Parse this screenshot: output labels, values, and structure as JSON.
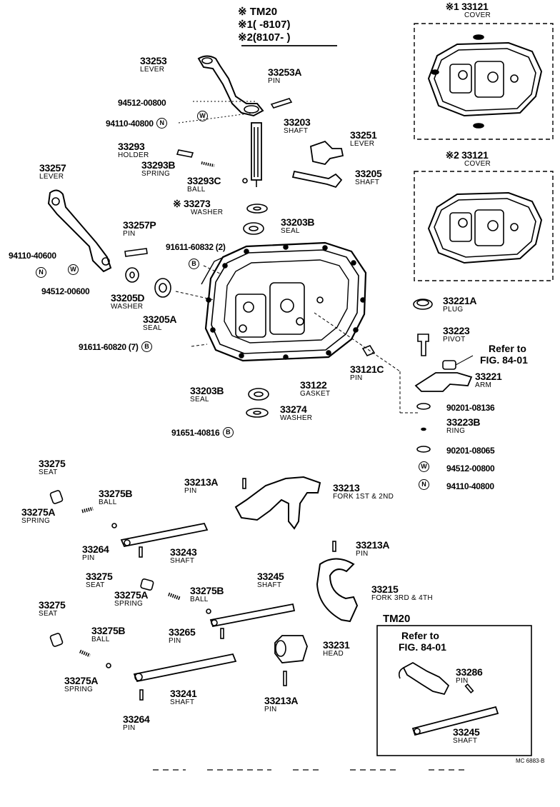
{
  "header": {
    "line1_mark": "※",
    "line1_text": "TM20",
    "line2": "※1(      -8107)",
    "line3": "※2(8107-        )"
  },
  "callouts": {
    "c33253": {
      "pn": "33253",
      "name": "LEVER"
    },
    "c33253A": {
      "pn": "33253A",
      "name": "PIN"
    },
    "c9451200800a": {
      "pn": "94512-00800"
    },
    "c9411040800a": {
      "pn": "94110-40800"
    },
    "c33203": {
      "pn": "33203",
      "name": "SHAFT"
    },
    "c33251": {
      "pn": "33251",
      "name": "LEVER"
    },
    "c33293": {
      "pn": "33293",
      "name": "HOLDER"
    },
    "c33293B": {
      "pn": "33293B",
      "name": "SPRING"
    },
    "c33293C": {
      "pn": "33293C",
      "name": "BALL"
    },
    "c33205": {
      "pn": "33205",
      "name": "SHAFT"
    },
    "c33257": {
      "pn": "33257",
      "name": "LEVER"
    },
    "c33273": {
      "pn": "※ 33273",
      "name": "WASHER"
    },
    "c33203B_top": {
      "pn": "33203B",
      "name": "SEAL"
    },
    "c33257P": {
      "pn": "33257P",
      "name": "PIN"
    },
    "c9161160832": {
      "pn": "91611-60832 (2)"
    },
    "c9411040600": {
      "pn": "94110-40600"
    },
    "c9451200600": {
      "pn": "94512-00600"
    },
    "c33205D": {
      "pn": "33205D",
      "name": "WASHER"
    },
    "c33205A": {
      "pn": "33205A",
      "name": "SEAL"
    },
    "c9161160820": {
      "pn": "91611-60820 (7)"
    },
    "c33121C": {
      "pn": "33121C",
      "name": "PIN"
    },
    "c33122": {
      "pn": "33122",
      "name": "GASKET"
    },
    "c33203B_bot": {
      "pn": "33203B",
      "name": "SEAL"
    },
    "c33274": {
      "pn": "33274",
      "name": "WASHER"
    },
    "c9165140816": {
      "pn": "91651-40816"
    },
    "cover1": {
      "pn": "※1 33121",
      "name": "COVER"
    },
    "cover2": {
      "pn": "※2 33121",
      "name": "COVER"
    },
    "c33221A": {
      "pn": "33221A",
      "name": "PLUG"
    },
    "c33223": {
      "pn": "33223",
      "name": "PIVOT"
    },
    "refer1": {
      "line1": "Refer to",
      "line2": "FIG. 84-01"
    },
    "c33221": {
      "pn": "33221",
      "name": "ARM"
    },
    "c9020108136": {
      "pn": "90201-08136"
    },
    "c33223B": {
      "pn": "33223B",
      "name": "RING"
    },
    "c9020108065": {
      "pn": "90201-08065"
    },
    "c9451200800b": {
      "pn": "94512-00800"
    },
    "c9411040800b": {
      "pn": "94110-40800"
    },
    "c33275_a": {
      "pn": "33275",
      "name": "SEAT"
    },
    "c33275B_a": {
      "pn": "33275B",
      "name": "BALL"
    },
    "c33275A_a": {
      "pn": "33275A",
      "name": "SPRING"
    },
    "c33213A_a": {
      "pn": "33213A",
      "name": "PIN"
    },
    "c33213": {
      "pn": "33213",
      "name": "FORK 1ST & 2ND"
    },
    "c33264_a": {
      "pn": "33264",
      "name": "PIN"
    },
    "c33243": {
      "pn": "33243",
      "name": "SHAFT"
    },
    "c33213A_b": {
      "pn": "33213A",
      "name": "PIN"
    },
    "c33275_b": {
      "pn": "33275",
      "name": "SEAT"
    },
    "c33275A_b": {
      "pn": "33275A",
      "name": "SPRING"
    },
    "c33275B_b": {
      "pn": "33275B",
      "name": "BALL"
    },
    "c33245": {
      "pn": "33245",
      "name": "SHAFT"
    },
    "c33215": {
      "pn": "33215",
      "name": "FORK 3RD & 4TH"
    },
    "c33275_c": {
      "pn": "33275",
      "name": "SEAT"
    },
    "c33275B_c": {
      "pn": "33275B",
      "name": "BALL"
    },
    "c33265": {
      "pn": "33265",
      "name": "PIN"
    },
    "c33231": {
      "pn": "33231",
      "name": "HEAD"
    },
    "c33275A_c": {
      "pn": "33275A",
      "name": "SPRING"
    },
    "c33241": {
      "pn": "33241",
      "name": "SHAFT"
    },
    "c33213A_c": {
      "pn": "33213A",
      "name": "PIN"
    },
    "c33264_b": {
      "pn": "33264",
      "name": "PIN"
    },
    "tm20box": {
      "title": "TM20",
      "refer1": "Refer to",
      "refer2": "FIG. 84-01"
    },
    "c33286": {
      "pn": "33286",
      "name": "PIN"
    },
    "c33245_tm": {
      "pn": "33245",
      "name": "SHAFT"
    }
  },
  "symbols": {
    "washer": "W",
    "nut": "N",
    "bolt": "B"
  },
  "footer_code": "MC 6883-B"
}
